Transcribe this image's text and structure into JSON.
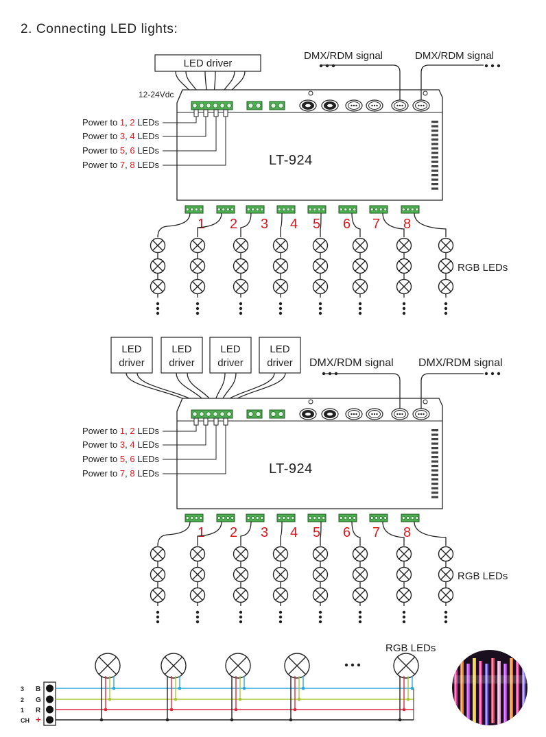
{
  "heading": "2. Connecting LED lights:",
  "diagram1": {
    "driver_label": "LED driver",
    "voltage_label": "12-24Vdc",
    "device_label": "LT-924",
    "signal_in": "DMX/RDM signal",
    "signal_out": "DMX/RDM signal",
    "ellipsis": "•••",
    "power_rows": [
      {
        "prefix": "Power to ",
        "num_a": "1",
        "sep": ", ",
        "num_b": "2",
        "suffix": " LEDs"
      },
      {
        "prefix": "Power to ",
        "num_a": "3",
        "sep": ", ",
        "num_b": "4",
        "suffix": " LEDs"
      },
      {
        "prefix": "Power to ",
        "num_a": "5",
        "sep": ", ",
        "num_b": "6",
        "suffix": " LEDs"
      },
      {
        "prefix": "Power to ",
        "num_a": "7",
        "sep": ", ",
        "num_b": "8",
        "suffix": " LEDs"
      }
    ],
    "outputs": [
      "1",
      "2",
      "3",
      "4",
      "5",
      "6",
      "7",
      "8"
    ],
    "leds_label": "RGB LEDs"
  },
  "diagram2": {
    "drivers": [
      {
        "line1": "LED",
        "line2": "driver"
      },
      {
        "line1": "LED",
        "line2": "driver"
      },
      {
        "line1": "LED",
        "line2": "driver"
      },
      {
        "line1": "LED",
        "line2": "driver"
      }
    ],
    "device_label": "LT-924",
    "signal_in": "DMX/RDM signal",
    "signal_out": "DMX/RDM signal",
    "ellipsis": "•••",
    "power_rows": [
      {
        "prefix": "Power to ",
        "num_a": "1",
        "sep": ", ",
        "num_b": "2",
        "suffix": " LEDs"
      },
      {
        "prefix": "Power to ",
        "num_a": "3",
        "sep": ", ",
        "num_b": "4",
        "suffix": " LEDs"
      },
      {
        "prefix": "Power to ",
        "num_a": "5",
        "sep": ", ",
        "num_b": "6",
        "suffix": " LEDs"
      },
      {
        "prefix": "Power to ",
        "num_a": "7",
        "sep": ", ",
        "num_b": "8",
        "suffix": " LEDs"
      }
    ],
    "outputs": [
      "1",
      "2",
      "3",
      "4",
      "5",
      "6",
      "7",
      "8"
    ],
    "leds_label": "RGB LEDs"
  },
  "wiring": {
    "leds_label": "RGB LEDs",
    "ellipsis": "•••",
    "pins": [
      {
        "num": "3",
        "name": "B",
        "color": "#2aa7e0"
      },
      {
        "num": "2",
        "name": "G",
        "color": "#a8c832"
      },
      {
        "num": "1",
        "name": "R",
        "color": "#e0283c"
      },
      {
        "num": "CH",
        "name": "+",
        "color": "#222222"
      }
    ]
  },
  "colors": {
    "accent_red": "#d7191f",
    "terminal_green": "#4caf50"
  }
}
